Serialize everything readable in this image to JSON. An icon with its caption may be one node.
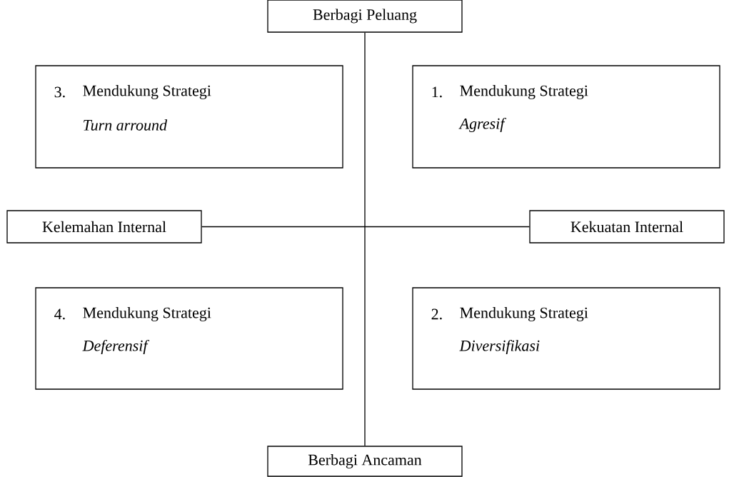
{
  "diagram": {
    "nodes": [
      {
        "text": [
          "Berbagi Peluang"
        ]
      },
      {
        "text": [
          "3.",
          "Mendukung Strategi",
          "Turn arround"
        ]
      },
      {
        "text": [
          "1.",
          "Mendukung Strategi",
          "Agresif"
        ]
      },
      {
        "text": [
          "Kelemahan Internal"
        ]
      },
      {
        "text": [
          "Kekuatan Internal"
        ]
      },
      {
        "text": [
          "4.",
          "Mendukung Strategi",
          "Deferensif"
        ]
      },
      {
        "text": [
          "2.",
          "Mendukung Strategi",
          "Diversifikasi"
        ]
      },
      {
        "text": [
          "Berbagi Ancaman"
        ]
      }
    ],
    "edges": [
      {
        "from": 0,
        "to": 7,
        "arrow": "none"
      },
      {
        "from": 3,
        "to": 4,
        "arrow": "none"
      }
    ]
  }
}
